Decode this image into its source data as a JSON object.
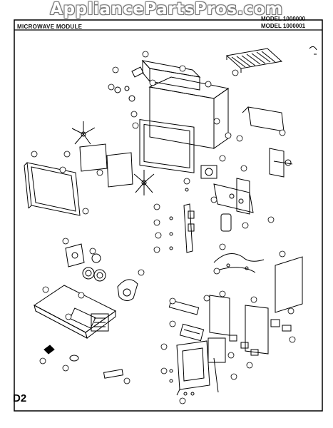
{
  "watermark": "AppliancePartsPros.com",
  "header": {
    "left": "MICROWAVE MODULE",
    "model_line1": "MODEL 1000000",
    "model_line2": "MODEL 1000001"
  },
  "page_code": "D2"
}
